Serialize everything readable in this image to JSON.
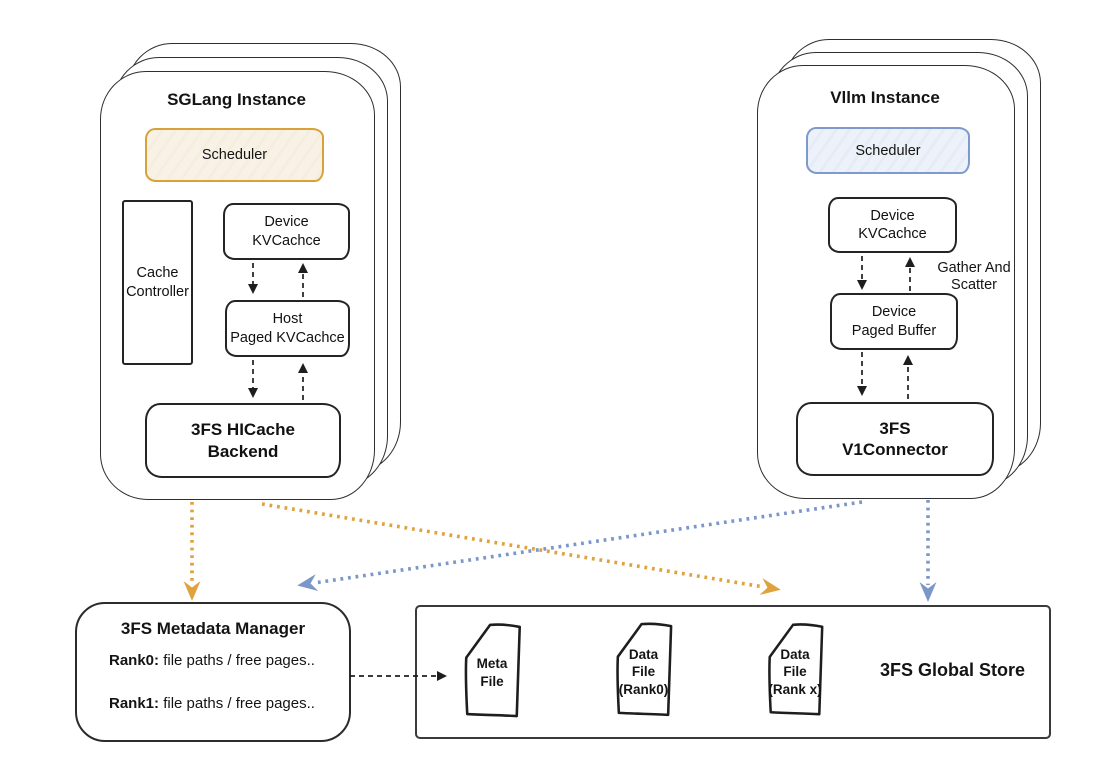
{
  "diagram": {
    "sglang": {
      "title": "SGLang Instance",
      "scheduler": "Scheduler",
      "cache_controller": "Cache\nController",
      "device_kvcache": "Device\nKVCachce",
      "host_paged_kvcache": "Host\nPaged KVCachce",
      "backend": "3FS HICache\nBackend"
    },
    "vllm": {
      "title": "Vllm Instance",
      "scheduler": "Scheduler",
      "device_kvcache": "Device\nKVCachce",
      "gather_scatter": "Gather And\nScatter",
      "device_paged_buffer": "Device\nPaged Buffer",
      "connector": "3FS\nV1Connector"
    },
    "metadata_manager": {
      "title": "3FS Metadata Manager",
      "rank0_label": "Rank0:",
      "rank0_text": " file paths / free pages..",
      "rank1_label": "Rank1:",
      "rank1_text": " file paths / free pages.."
    },
    "global_store": {
      "title": "3FS Global Store",
      "files": [
        {
          "label": "Meta\nFile"
        },
        {
          "label": "Data\nFile\n(Rank0)"
        },
        {
          "label": "Data\nFile\n(Rank x)"
        }
      ]
    },
    "colors": {
      "box_stroke": "#2b2b2b",
      "orange_accent": "#dfa23c",
      "orange_fill": "#f8f2e6",
      "blue_accent": "#7b97c9",
      "blue_fill": "#edf2fa"
    }
  }
}
